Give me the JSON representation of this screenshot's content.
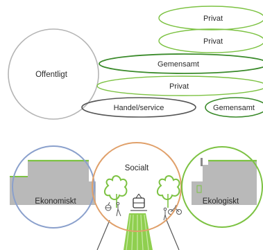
{
  "colors": {
    "green": "#7cc242",
    "dark_green": "#3a8a2a",
    "gray": "#9a9a9a",
    "dark_gray": "#555555",
    "blue": "#8aa0cc",
    "orange": "#e0a06a",
    "building_gray": "#b9b9b9",
    "road_green": "#8fcf4f"
  },
  "top_diagram": {
    "offentligt": "Offentligt",
    "layers": [
      {
        "label": "Privat",
        "color": "green"
      },
      {
        "label": "Privat",
        "color": "green"
      },
      {
        "label": "Gemensamt",
        "color": "dark_green"
      },
      {
        "label": "Privat",
        "color": "green"
      },
      {
        "label": "Handel/service",
        "color": "dark_gray"
      },
      {
        "label": "Gemensamt",
        "color": "dark_green"
      }
    ]
  },
  "bottom_diagram": {
    "ekonomiskt": "Ekonomiskt",
    "socialt": "Socialt",
    "ekologiskt": "Ekologiskt"
  }
}
